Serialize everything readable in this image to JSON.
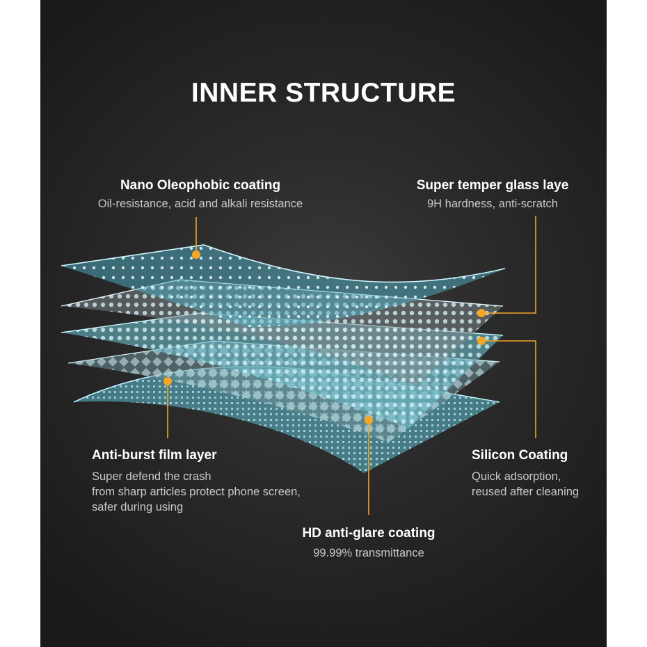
{
  "title": "INNER STRUCTURE",
  "accent_color": "#f5a623",
  "layer_color": "#7fd0e0",
  "labels": {
    "nano": {
      "heading": "Nano Oleophobic coating",
      "desc": "Oil-resistance, acid and alkali resistance"
    },
    "glass": {
      "heading": "Super temper glass laye",
      "desc": "9H hardness, anti-scratch"
    },
    "antiburst": {
      "heading": "Anti-burst film layer",
      "desc": [
        "Super defend the crash",
        "from sharp articles protect phone screen,",
        "safer during using"
      ]
    },
    "silicon": {
      "heading": "Silicon Coating",
      "desc": [
        "Quick adsorption,",
        "reused after cleaning"
      ]
    },
    "hd": {
      "heading": "HD anti-glare coating",
      "desc": "99.99% transmittance"
    }
  }
}
